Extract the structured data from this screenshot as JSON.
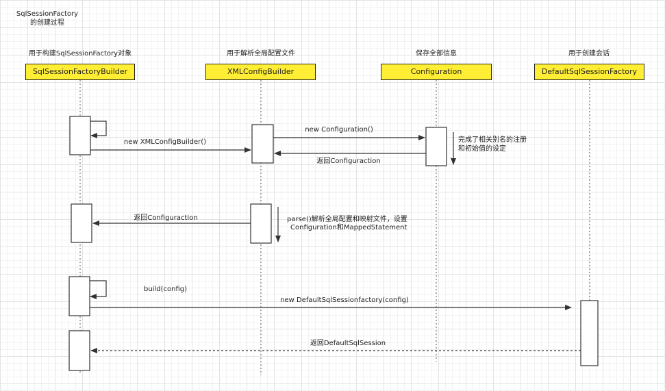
{
  "title": {
    "line1": "SqlSessionFactory",
    "line2": "的创建过程"
  },
  "participants": [
    {
      "name": "SqlSessionFactoryBuilder",
      "note": "用于构建SqlSessionFactory对象"
    },
    {
      "name": "XMLConfigBuilder",
      "note": "用于解析全局配置文件"
    },
    {
      "name": "Configuration",
      "note": "保存全部信息"
    },
    {
      "name": "DefaultSqlSessionFactory",
      "note": "用于创建会话"
    }
  ],
  "messages": {
    "new_xml_config_builder": "new XMLConfigBuilder()",
    "new_configuration": "new Configuration()",
    "return_configuraction_1": "返回Configuraction",
    "return_configuraction_2": "返回Configuraction",
    "build_config": "build(config)",
    "new_default_factory": "new DefaultSqlSessionfactory(config)",
    "return_default_session": "返回DefaultSqlSession"
  },
  "notes": {
    "configuration_note": "完成了相关别名的注册和初始值的设定",
    "parse_note_line1": "parse()解析全局配置和映射文件，设置",
    "parse_note_line2": "Configuration和MappedStatement"
  },
  "colors": {
    "header_fill": "#ffee33",
    "line": "#333333"
  }
}
